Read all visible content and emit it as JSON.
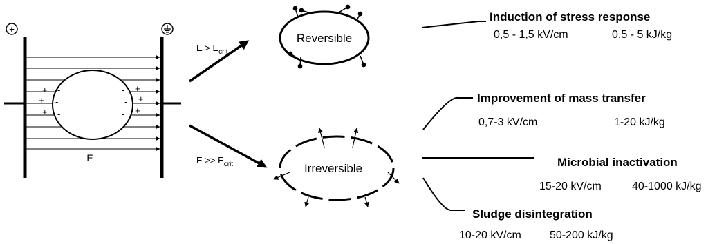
{
  "cell": {
    "positive_symbol": "+",
    "ground_symbol": "ground-icon",
    "field_label": "E",
    "charge_plus": "+",
    "charge_minus": "-"
  },
  "conditions": {
    "reversible": {
      "prefix": "E > E",
      "sub": "crit"
    },
    "irreversible": {
      "prefix": "E >> E",
      "sub": "crit"
    }
  },
  "states": {
    "reversible": "Reversible",
    "irreversible": "Irreversible"
  },
  "applications": [
    {
      "title": "Induction of stress response",
      "field": "0,5 - 1,5 kV/cm",
      "energy": "0,5 - 5 kJ/kg"
    },
    {
      "title": "Improvement of mass transfer",
      "field": "0,7-3 kV/cm",
      "energy": "1-20 kJ/kg"
    },
    {
      "title": "Microbial inactivation",
      "field": "15-20 kV/cm",
      "energy": "40-1000 kJ/kg"
    },
    {
      "title": "Sludge disintegration",
      "field": "10-20 kV/cm",
      "energy": "50-200 kJ/kg"
    }
  ]
}
